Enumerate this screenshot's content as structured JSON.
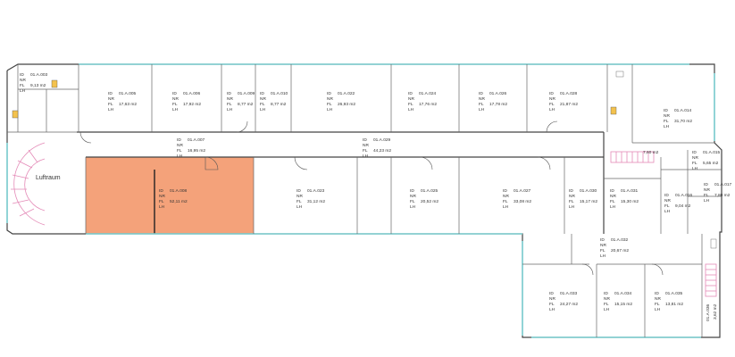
{
  "floor": "Floor plan",
  "highlight_color": "#f4a27a",
  "stair_color": "#e48ab7",
  "window_color": "#7fd3d6",
  "field_labels": [
    "ID",
    "NR",
    "FL",
    "LH"
  ],
  "rooms": [
    {
      "id": "r003",
      "code": "01.A.003",
      "area": "9,13 m2"
    },
    {
      "id": "r005",
      "code": "01.A.005",
      "area": "17,63 m2"
    },
    {
      "id": "r006",
      "code": "01.A.006",
      "area": "17,92 m2"
    },
    {
      "id": "r009",
      "code": "01.A.009",
      "area": "8,77 m2"
    },
    {
      "id": "r010",
      "code": "01.A.010",
      "area": "8,77 m2"
    },
    {
      "id": "r022",
      "code": "01.A.022",
      "area": "26,93 m2"
    },
    {
      "id": "r024",
      "code": "01.A.024",
      "area": "17,76 m2"
    },
    {
      "id": "r026",
      "code": "01.A.026",
      "area": "17,78 m2"
    },
    {
      "id": "r028",
      "code": "01.A.028",
      "area": "21,87 m2"
    },
    {
      "id": "r014",
      "code": "01.A.014",
      "area": "31,70 m2"
    },
    {
      "id": "r007",
      "code": "01.A.007",
      "area": "16,95 m2"
    },
    {
      "id": "r029",
      "code": "01.A.029",
      "area": "44,23 m2"
    },
    {
      "id": "r008",
      "code": "01.A.008",
      "area": "52,11 m2",
      "highlight": true
    },
    {
      "id": "r023",
      "code": "01.A.023",
      "area": "31,12 m2"
    },
    {
      "id": "r025",
      "code": "01.A.025",
      "area": "20,52 m2"
    },
    {
      "id": "r027",
      "code": "01.A.027",
      "area": "33,08 m2"
    },
    {
      "id": "r030",
      "code": "01.A.030",
      "area": "15,17 m2"
    },
    {
      "id": "r031",
      "code": "01.A.031",
      "area": "15,30 m2"
    },
    {
      "id": "r015",
      "code": "01.A.015",
      "area": "5,65 m2"
    },
    {
      "id": "r016",
      "code": "01.A.016",
      "area": "9,04 m2"
    },
    {
      "id": "r017",
      "code": "01.A.017",
      "area": "7,80 m2"
    },
    {
      "id": "r032",
      "code": "01.A.032",
      "area": "20,67 m2"
    },
    {
      "id": "r033",
      "code": "01.A.033",
      "area": "24,27 m2"
    },
    {
      "id": "r034",
      "code": "01.A.034",
      "area": "15,15 m2"
    },
    {
      "id": "r035",
      "code": "01.A.035",
      "area": "13,81 m2"
    }
  ],
  "labels": {
    "lufttraum": "Luftraum",
    "small_area_a": "7,60 m2",
    "small_area_b": "3,62 m2",
    "small_code_b": "01.A.036"
  }
}
